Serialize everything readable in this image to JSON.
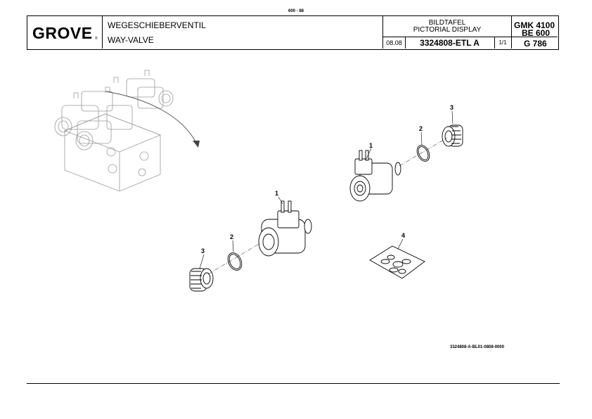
{
  "page_number": "600 - 88",
  "brand": {
    "logo": "GROVE",
    "reg": "®"
  },
  "title": {
    "de": "WEGESCHIEBERVENTIL",
    "en": "WAY-VALVE"
  },
  "display": {
    "de": "BILDTAFEL",
    "en": "PICTORIAL DISPLAY"
  },
  "date": "08.08",
  "part_number": "3324808-ETL A",
  "sheet": "1/1",
  "model": {
    "line1": "GMK 4100",
    "line2": "BE 600",
    "group": "G 786"
  },
  "callouts": {
    "coil_right": "1",
    "oring_right": "2",
    "nut_right": "3",
    "coil_left": "1",
    "oring_left": "2",
    "nut_left": "3",
    "seal_kit": "4"
  },
  "drawing_ref": "3324808-A-BL01-0808-0000"
}
